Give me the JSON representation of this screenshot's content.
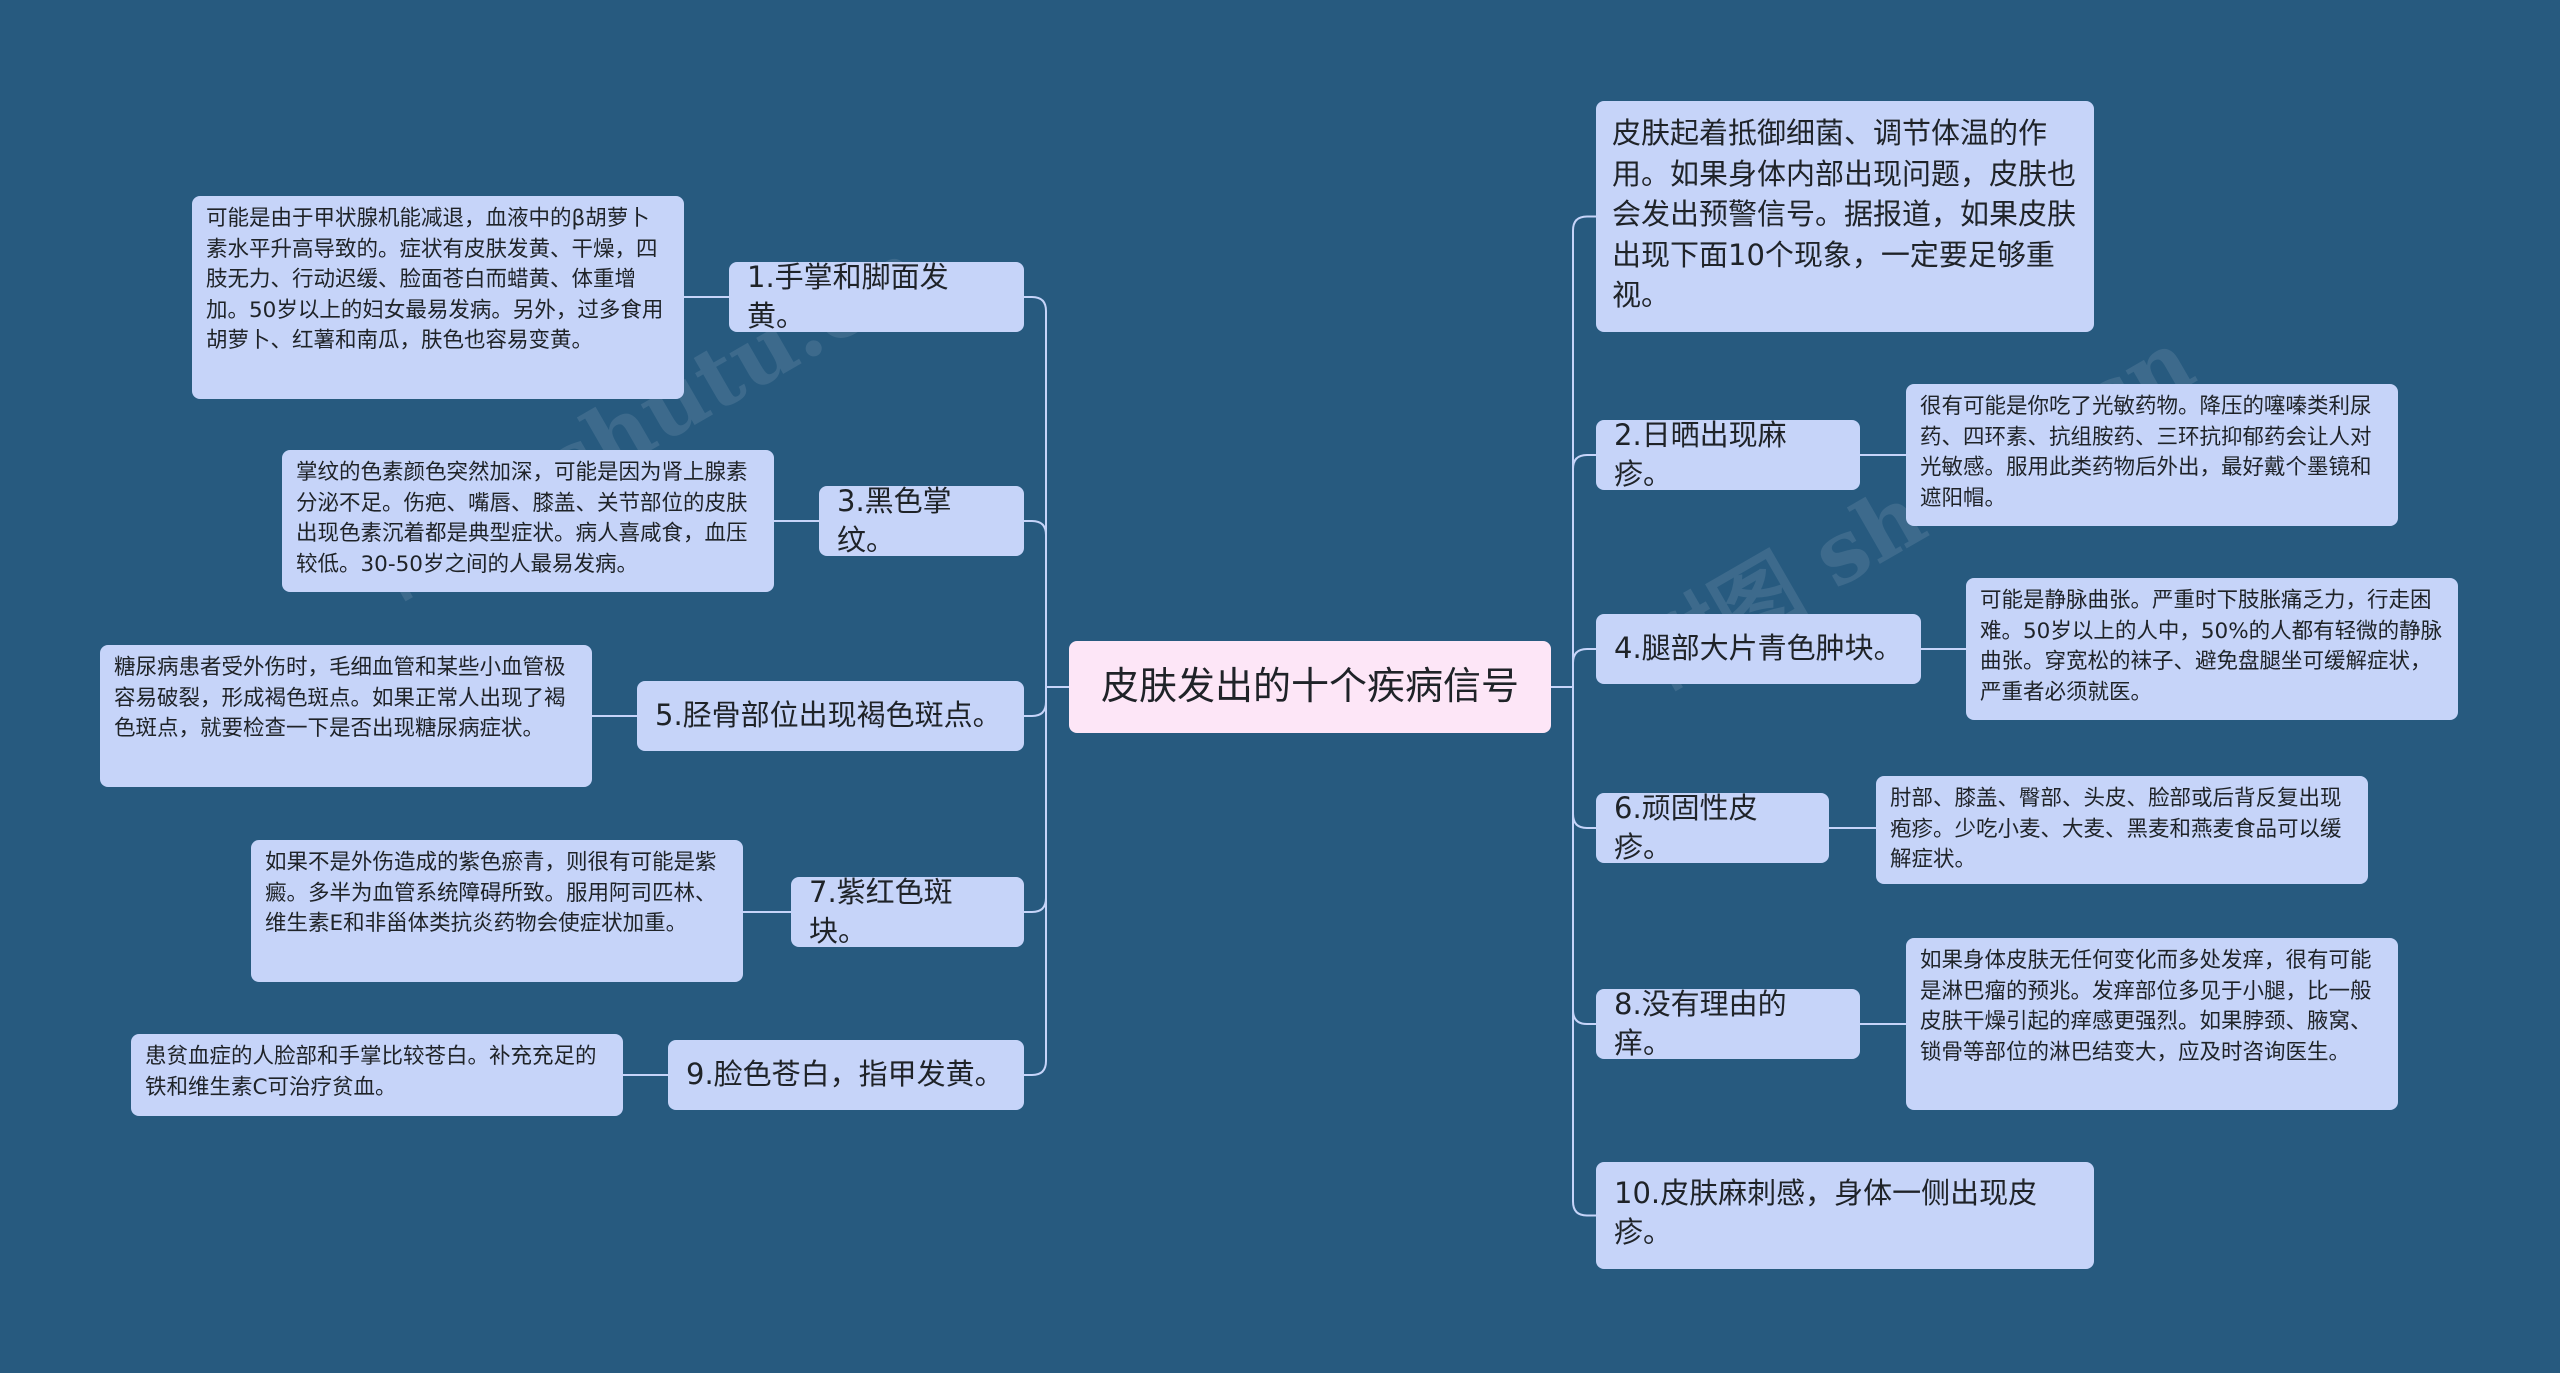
{
  "colors": {
    "background": "#275a7f",
    "node_fill": "#c6d4f9",
    "center_fill": "#fde6f7",
    "connector": "#c6d4f9"
  },
  "watermark": "树图 shutu.cn",
  "center": {
    "label": "皮肤发出的十个疾病信号"
  },
  "intro": {
    "text": "皮肤起着抵御细菌、调节体温的作用。如果身体内部出现问题，皮肤也会发出预警信号。据报道，如果皮肤出现下面10个现象，一定要足够重视。"
  },
  "left": [
    {
      "label": "1.手掌和脚面发黄。",
      "detail": "可能是由于甲状腺机能减退，血液中的β胡萝卜素水平升高导致的。症状有皮肤发黄、干燥，四肢无力、行动迟缓、脸面苍白而蜡黄、体重增加。50岁以上的妇女最易发病。另外，过多食用胡萝卜、红薯和南瓜，肤色也容易变黄。"
    },
    {
      "label": "3.黑色掌纹。",
      "detail": "掌纹的色素颜色突然加深，可能是因为肾上腺素分泌不足。伤疤、嘴唇、膝盖、关节部位的皮肤出现色素沉着都是典型症状。病人喜咸食，血压较低。30-50岁之间的人最易发病。"
    },
    {
      "label": "5.胫骨部位出现褐色斑点。",
      "detail": "糖尿病患者受外伤时，毛细血管和某些小血管极容易破裂，形成褐色斑点。如果正常人出现了褐色斑点，就要检查一下是否出现糖尿病症状。"
    },
    {
      "label": "7.紫红色斑块。",
      "detail": "如果不是外伤造成的紫色瘀青，则很有可能是紫癜。多半为血管系统障碍所致。服用阿司匹林、维生素E和非甾体类抗炎药物会使症状加重。"
    },
    {
      "label": "9.脸色苍白，指甲发黄。",
      "detail": "患贫血症的人脸部和手掌比较苍白。补充充足的铁和维生素C可治疗贫血。"
    }
  ],
  "right": [
    {
      "label": "2.日晒出现麻疹。",
      "detail": "很有可能是你吃了光敏药物。降压的噻嗪类利尿药、四环素、抗组胺药、三环抗抑郁药会让人对光敏感。服用此类药物后外出，最好戴个墨镜和遮阳帽。"
    },
    {
      "label": "4.腿部大片青色肿块。",
      "detail": "可能是静脉曲张。严重时下肢胀痛乏力，行走困难。50岁以上的人中，50%的人都有轻微的静脉曲张。穿宽松的袜子、避免盘腿坐可缓解症状，严重者必须就医。"
    },
    {
      "label": "6.顽固性皮疹。",
      "detail": "肘部、膝盖、臀部、头皮、脸部或后背反复出现疱疹。少吃小麦、大麦、黑麦和燕麦食品可以缓解症状。"
    },
    {
      "label": "8.没有理由的痒。",
      "detail": "如果身体皮肤无任何变化而多处发痒，很有可能是淋巴瘤的预兆。发痒部位多见于小腿，比一般皮肤干燥引起的痒感更强烈。如果脖颈、腋窝、锁骨等部位的淋巴结变大，应及时咨询医生。"
    },
    {
      "label": "10.皮肤麻刺感，身体一侧出现皮疹。",
      "detail": ""
    }
  ]
}
